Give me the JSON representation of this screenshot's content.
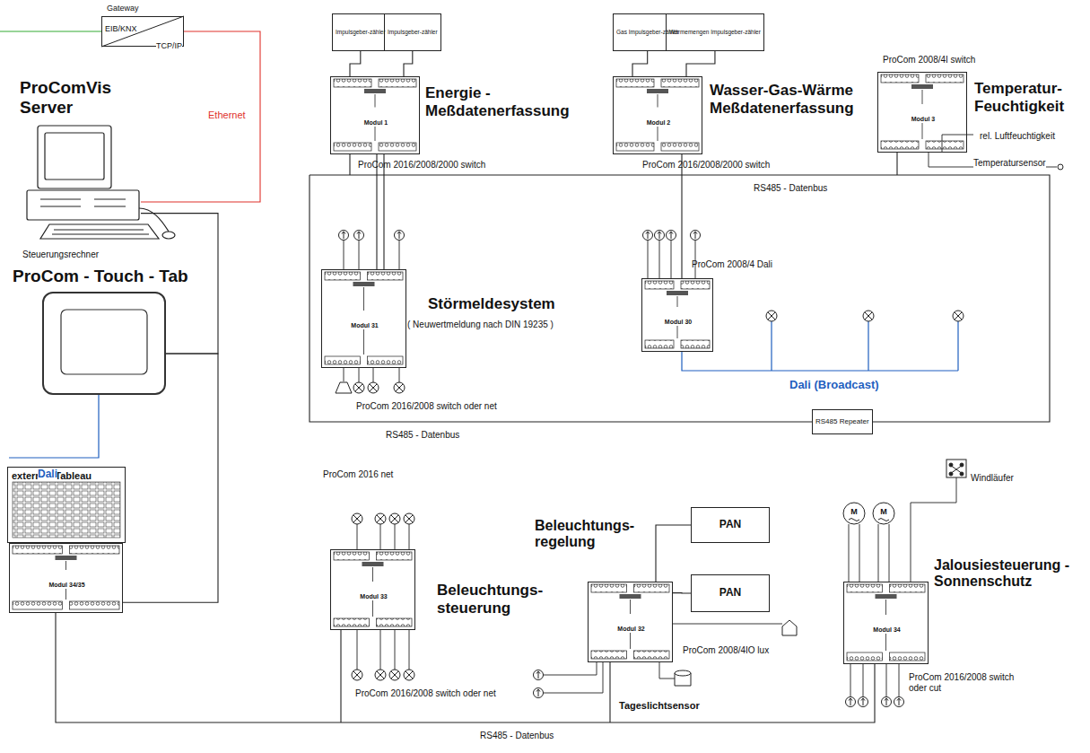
{
  "diagram": {
    "nodes": [
      {
        "text": [
          "Gateway",
          "EIB/KNX",
          "TCP/IP"
        ]
      },
      {
        "text": [
          "ProComVis Server",
          "Steuerungsrechner"
        ]
      },
      {
        "text": [
          "ProCom - Touch - Tab"
        ]
      },
      {
        "text": [
          "externes Tableau"
        ]
      },
      {
        "text": [
          "Modul 34/35"
        ]
      },
      {
        "text": [
          "Impulsgeber-zähler"
        ]
      },
      {
        "text": [
          "Impulsgeber-zähler"
        ]
      },
      {
        "text": [
          "Energie - Meßdatenerfassung",
          "Modul 1",
          "ProCom 2016/2008/2000 switch"
        ]
      },
      {
        "text": [
          "Gas Impulsgeber-zähler"
        ]
      },
      {
        "text": [
          "Wärmemengen Impulsgeber-zähler"
        ]
      },
      {
        "text": [
          "Wasser-Gas-Wärme Meßdatenerfassung",
          "Modul 2",
          "ProCom 2016/2008/2000 switch"
        ]
      },
      {
        "text": [
          "ProCom 2008/4I switch",
          "Modul 3",
          "Temperatur-Feuchtigkeit"
        ]
      },
      {
        "text": [
          "Störmeldesystem",
          "( Neuwertmeldung nach DIN 19235 )",
          "Modul 31",
          "ProCom 2016/2008 switch oder net"
        ]
      },
      {
        "text": [
          "ProCom 2008/4 Dali",
          "Modul 30"
        ]
      },
      {
        "text": [
          "RS485 Repeater"
        ]
      },
      {
        "text": [
          "Beleuchtungs- steuerung",
          "Modul 33",
          "ProCom 2016/2008 switch oder net"
        ]
      },
      {
        "text": [
          "PAN"
        ]
      },
      {
        "text": [
          "PAN"
        ]
      },
      {
        "text": [
          "Beleuchtungs- regelung",
          "Modul 32",
          "ProCom 2008/4IO lux"
        ]
      },
      {
        "text": [
          "Jalousiesteuerung - Sonnenschutz",
          "Modul 34",
          "ProCom 2016/2008 switch oder cut"
        ]
      }
    ],
    "edges": [
      {
        "from": 0,
        "to": 1,
        "label": "Ethernet",
        "arrow": "none"
      },
      {
        "from": 1,
        "to": 2,
        "arrow": "none"
      },
      {
        "from": 2,
        "to": 4,
        "arrow": "none"
      },
      {
        "from": 5,
        "to": 7,
        "arrow": "none"
      },
      {
        "from": 6,
        "to": 7,
        "arrow": "none"
      },
      {
        "from": 8,
        "to": 10,
        "arrow": "none"
      },
      {
        "from": 9,
        "to": 10,
        "arrow": "none"
      },
      {
        "from": 16,
        "to": 18,
        "arrow": "none"
      },
      {
        "from": 17,
        "to": 18,
        "arrow": "none"
      }
    ],
    "labels": [
      "Dali",
      "RS485 - Datenbus",
      "RS485 - Datenbus",
      "RS485 - Datenbus",
      "Dali (Broadcast)",
      "rel. Luftfeuchtigkeit",
      "Temperatursensor",
      "ProCom 2016 net",
      "Tageslichtsensor",
      "M",
      "M",
      "Windläufer"
    ]
  }
}
